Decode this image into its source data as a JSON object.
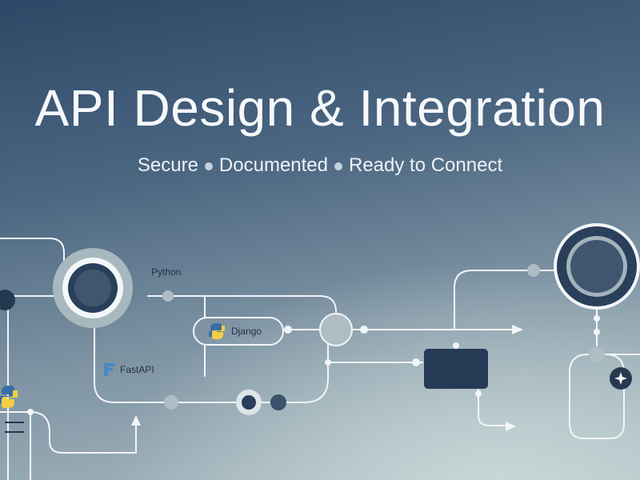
{
  "header": {
    "title": "API Design & Integration",
    "tags": [
      "Secure",
      "Documented",
      "Ready to Connect"
    ]
  },
  "diagram": {
    "labels": {
      "python": "Python",
      "django": "Django",
      "fastapi": "FastAPI"
    },
    "icons": [
      "python-logo-icon",
      "fastapi-logo-icon",
      "sparkle-icon",
      "menu-icon",
      "arrow-right-icon",
      "arrow-up-icon"
    ],
    "colors": {
      "line": "#f2f5f8",
      "node_dark": "#2a3f5a",
      "node_light": "#aebdc4",
      "ring": "#9fb0b8"
    }
  }
}
